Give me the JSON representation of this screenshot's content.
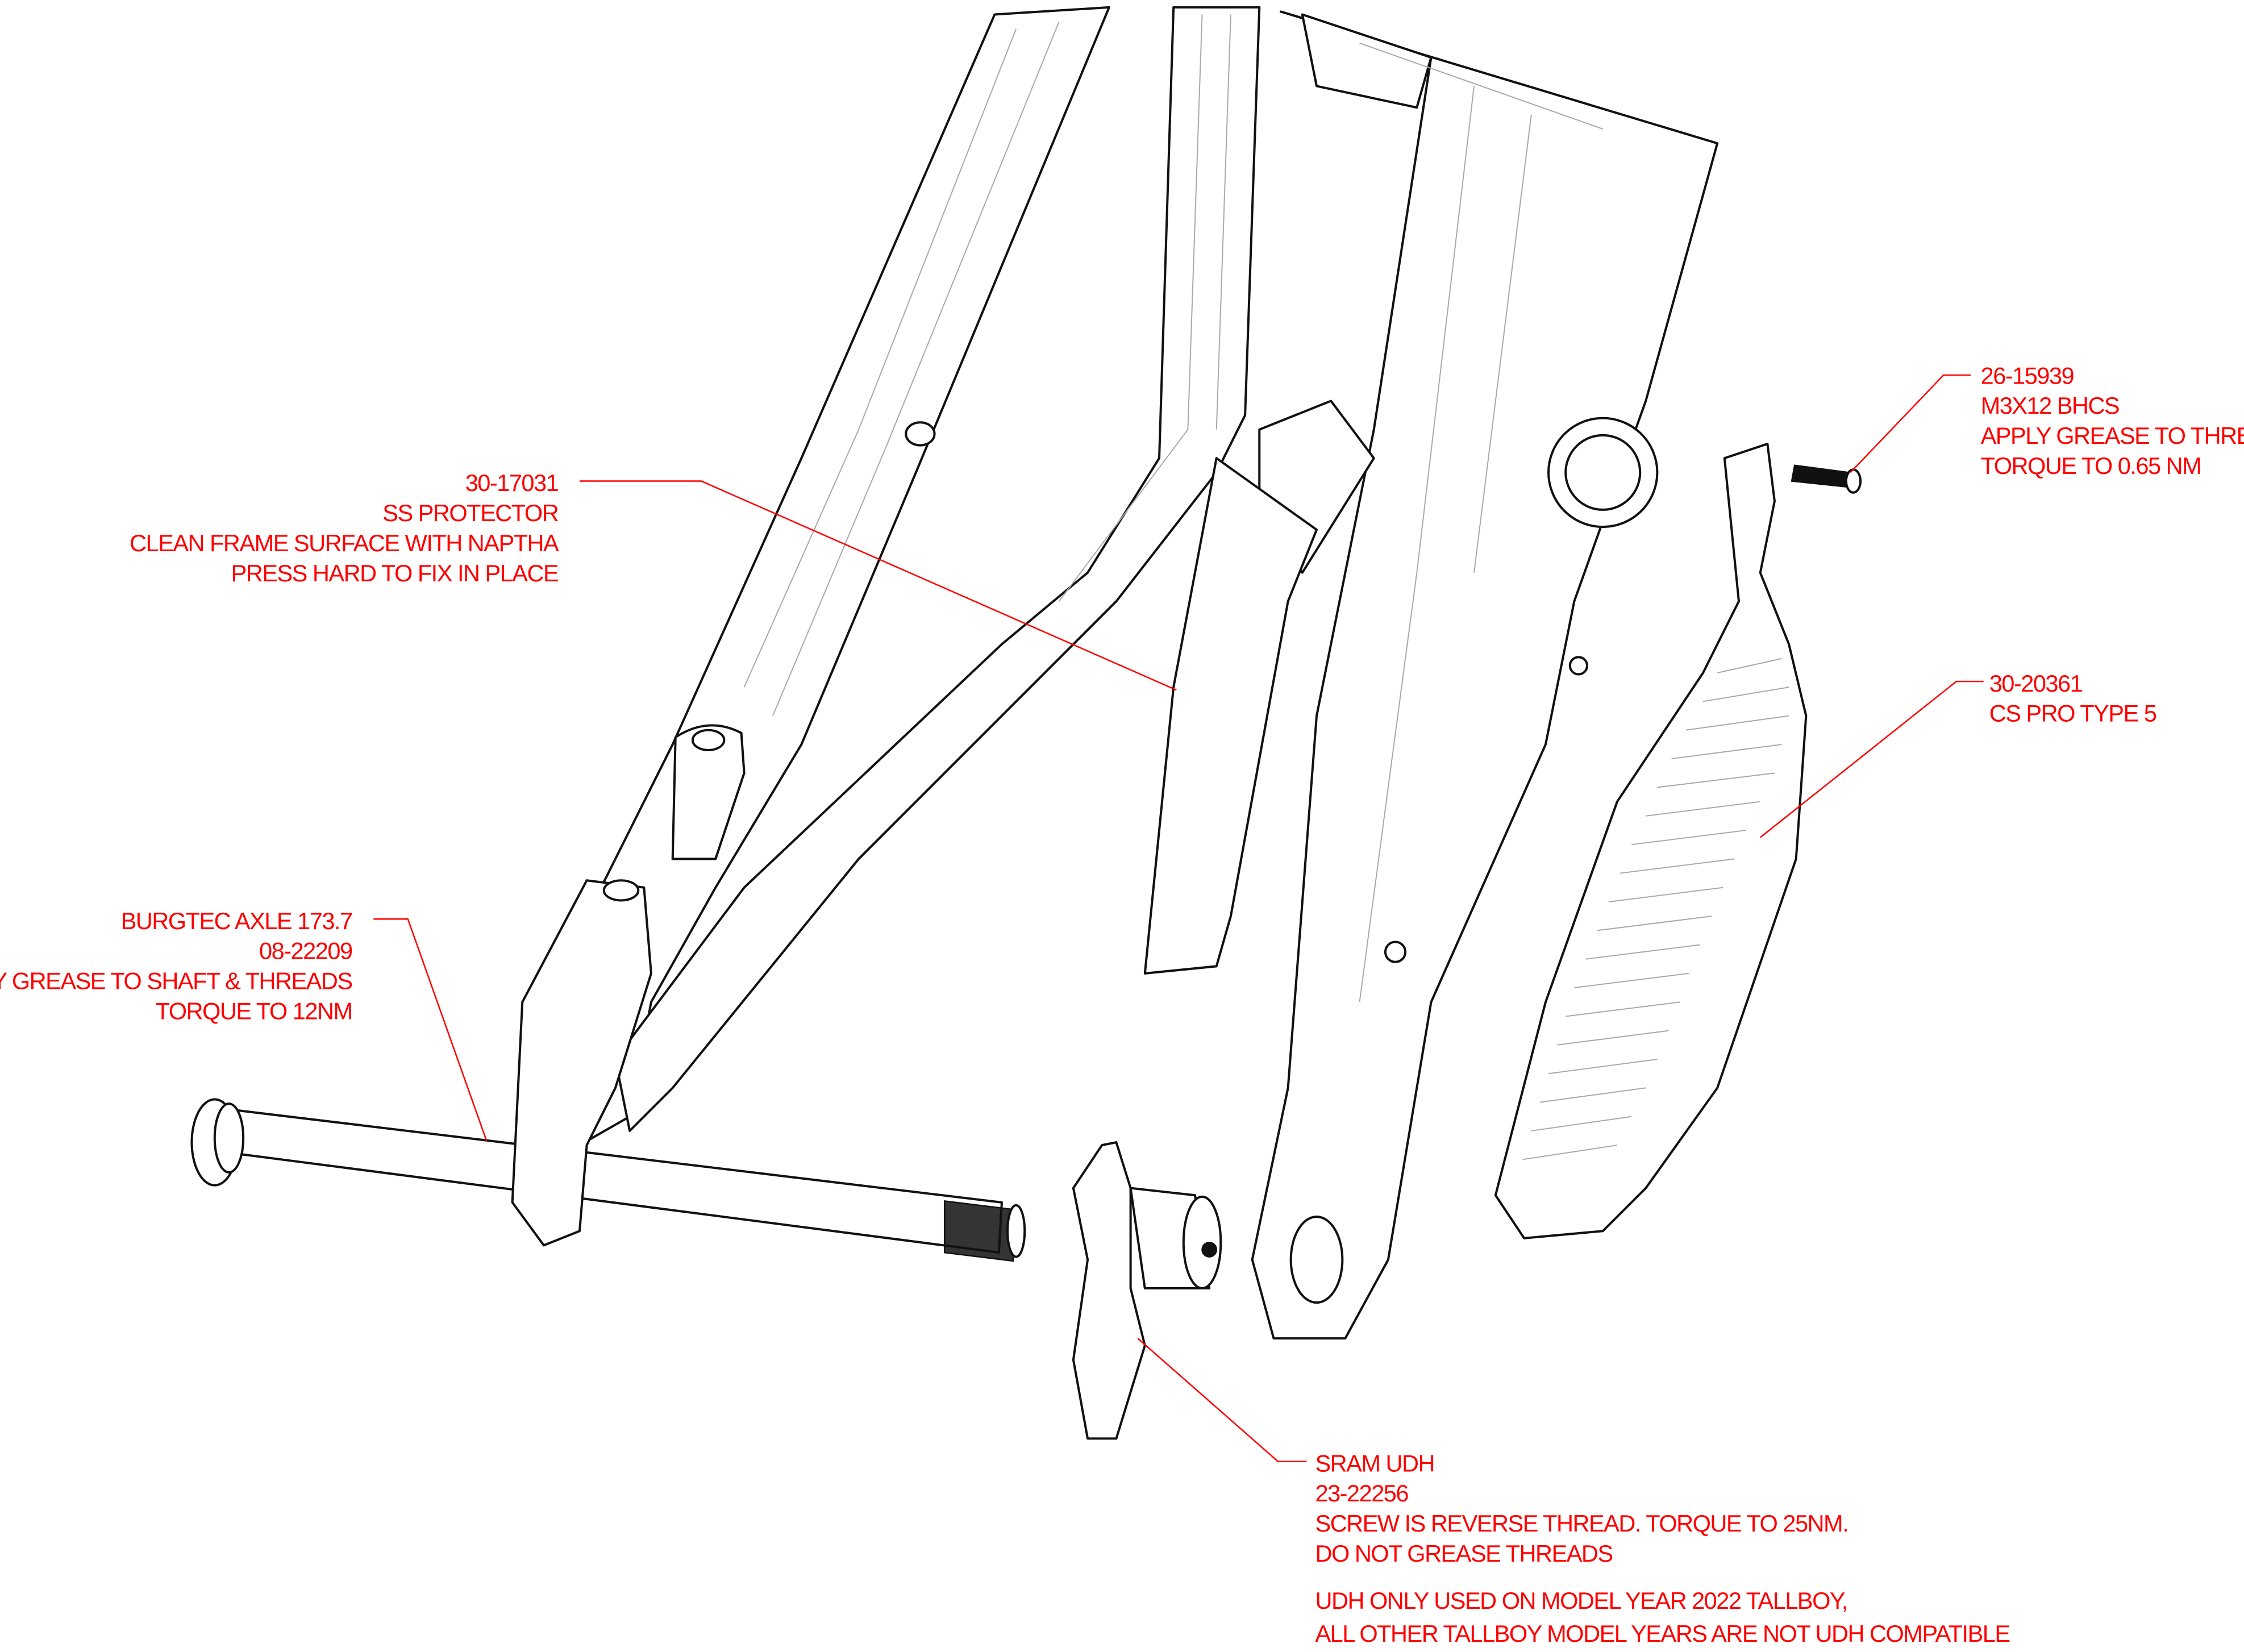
{
  "callouts": {
    "ss_protector": {
      "part_number": "30-17031",
      "name": "SS PROTECTOR",
      "notes": [
        "CLEAN FRAME SURFACE WITH NAPTHA",
        "PRESS HARD TO FIX IN PLACE"
      ]
    },
    "bolt": {
      "part_number": "26-15939",
      "name": "M3X12 BHCS",
      "notes": [
        "APPLY GREASE TO THREADS",
        "TORQUE TO 0.65 NM"
      ]
    },
    "cs_protector": {
      "part_number": "30-20361",
      "name": "CS PRO TYPE 5"
    },
    "axle": {
      "name": "BURGTEC AXLE 173.7",
      "part_number": "08-22209",
      "notes": [
        "APPLY GREASE TO SHAFT & THREADS",
        "TORQUE TO 12NM"
      ]
    },
    "udh": {
      "name": "SRAM UDH",
      "part_number": "23-22256",
      "notes": [
        "SCREW IS REVERSE THREAD. TORQUE TO 25NM.",
        "DO NOT GREASE THREADS"
      ],
      "compatibility": [
        "UDH ONLY USED ON MODEL YEAR 2022 TALLBOY,",
        "ALL OTHER TALLBOY MODEL YEARS ARE NOT UDH COMPATIBLE"
      ]
    }
  },
  "colors": {
    "callout": "#ff0000",
    "line_art": "#111111",
    "hidden_lines": "#aaaaaa"
  }
}
